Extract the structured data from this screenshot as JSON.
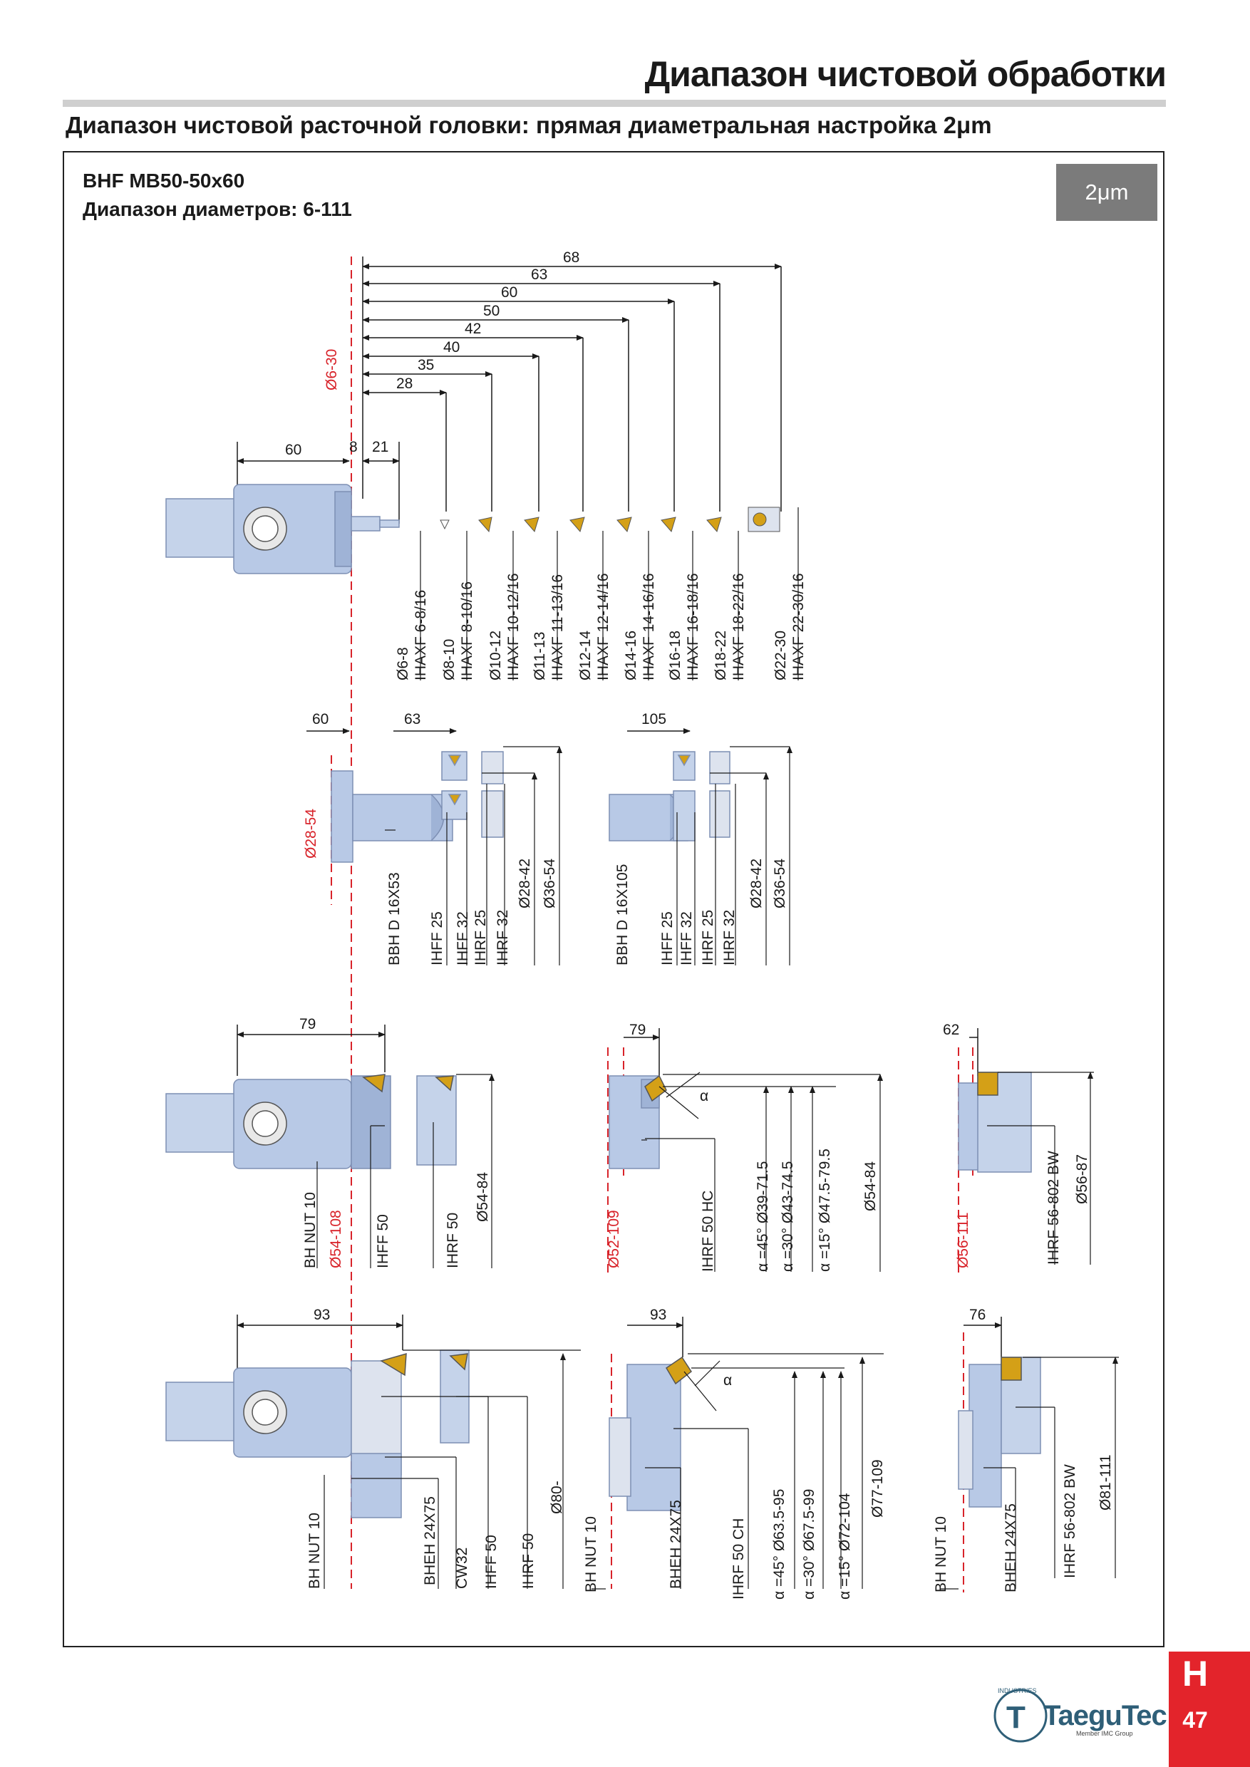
{
  "header": {
    "title": "Диапазон чистовой обработки",
    "subtitle": "Диапазон чистовой расточной головки: прямая диаметральная настройка 2μm"
  },
  "panel": {
    "model": "BHF MB50-50x60",
    "range": "Диапазон диаметров: 6-111",
    "badge": "2μm"
  },
  "colors": {
    "accent": "#e3242b",
    "dimension_red": "#d8232a",
    "badge_gray": "#7b7b7b",
    "tool_blue": "#b8c9e6",
    "insert_gold": "#d4a017"
  },
  "drawing": {
    "section1": {
      "range_label": "Ø6-30",
      "dims_top": [
        "68",
        "63",
        "60",
        "50",
        "42",
        "40",
        "35",
        "28"
      ],
      "dims_body": [
        "60",
        "8",
        "21"
      ],
      "tools": [
        {
          "dia": "Ø6-8",
          "code": "IHAXF 6-8/16"
        },
        {
          "dia": "Ø8-10",
          "code": "IHAXF 8-10/16"
        },
        {
          "dia": "Ø10-12",
          "code": "IHAXF 10-12/16"
        },
        {
          "dia": "Ø11-13",
          "code": "IHAXF 11-13/16"
        },
        {
          "dia": "Ø12-14",
          "code": "IHAXF 12-14/16"
        },
        {
          "dia": "Ø14-16",
          "code": "IHAXF 14-16/16"
        },
        {
          "dia": "Ø16-18",
          "code": "IHAXF 16-18/16"
        },
        {
          "dia": "Ø18-22",
          "code": "IHAXF 18-22/16"
        },
        {
          "dia": "Ø22-30",
          "code": "IHAXF 22-30/16"
        }
      ]
    },
    "section2": {
      "range_label": "Ø28-54",
      "left": {
        "dim_a": "60",
        "dim_b": "63",
        "bar": "BBH D 16X53",
        "labels": [
          "IHFF 25",
          "IHFF 32",
          "IHRF 25",
          "IHRF 32",
          "Ø28-42",
          "Ø36-54"
        ]
      },
      "right": {
        "dim": "105",
        "bar": "BBH D 16X105",
        "labels": [
          "IHFF 25",
          "IHFF 32",
          "IHRF 25",
          "IHRF 32",
          "Ø28-42",
          "Ø36-54"
        ]
      }
    },
    "section3": {
      "a": {
        "dim": "79",
        "labels": [
          "BH NUT 10",
          "IHFF 50",
          "IHRF 50",
          "Ø54-84"
        ],
        "range": "Ø54-108"
      },
      "b": {
        "dim": "79",
        "alpha": "α",
        "labels": [
          "IHRF 50 HC",
          "α =45° Ø39-71.5",
          "α =30° Ø43-74.5",
          "α =15° Ø47.5-79.5",
          "Ø54-84"
        ],
        "range": "Ø52-109"
      },
      "c": {
        "dim": "62",
        "labels": [
          "IHRF 56-802 BW",
          "Ø56-87"
        ],
        "range": "Ø56-111"
      }
    },
    "section4": {
      "a": {
        "dim": "93",
        "labels": [
          "BH NUT 10",
          "BHEH 24X75",
          "CW32",
          "IHFF 50",
          "IHRF 50",
          "Ø80-"
        ]
      },
      "b": {
        "dim": "93",
        "alpha": "α",
        "labels": [
          "BH NUT 10",
          "BHEH 24X75",
          "IHRF 50 CH",
          "α =45° Ø63.5-95",
          "α =30° Ø67.5-99",
          "α =15° Ø72-104",
          "Ø77-109"
        ]
      },
      "c": {
        "dim": "76",
        "labels": [
          "BH NUT 10",
          "BHEH 24X75",
          "IHRF 56-802 BW",
          "Ø81-111"
        ]
      }
    }
  },
  "footer": {
    "section_letter": "H",
    "page_number": "47",
    "logo": "TaeguTec",
    "logo_sub": "Member IMC Group",
    "seal_text": "INDUSTRIES"
  }
}
